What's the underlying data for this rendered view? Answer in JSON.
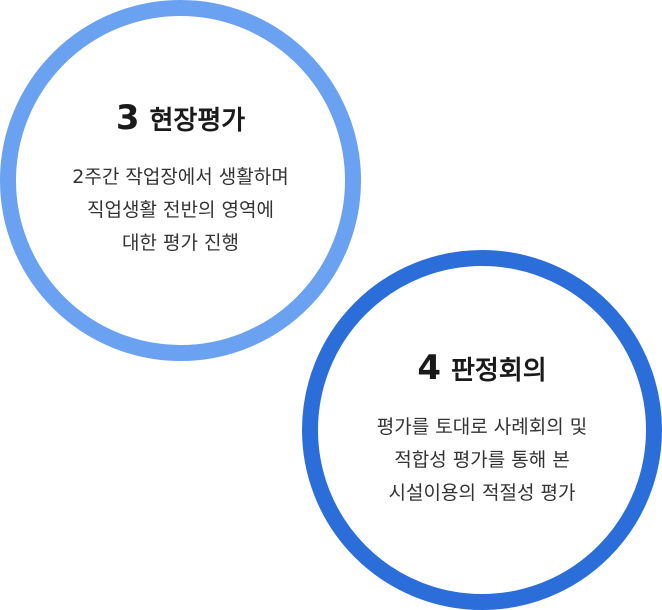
{
  "steps": [
    {
      "number": "3",
      "title": "현장평가",
      "lines": [
        "2주간 작업장에서 생활하며",
        "직업생활 전반의 영역에",
        "대한 평가 진행"
      ],
      "ring_color": "#6aa1f0"
    },
    {
      "number": "4",
      "title": "판정회의",
      "lines": [
        "평가를 토대로 사례회의 및",
        "적합성 평가를 통해 본",
        "시설이용의 적절성 평가"
      ],
      "ring_color": "#2b6ed9"
    }
  ]
}
